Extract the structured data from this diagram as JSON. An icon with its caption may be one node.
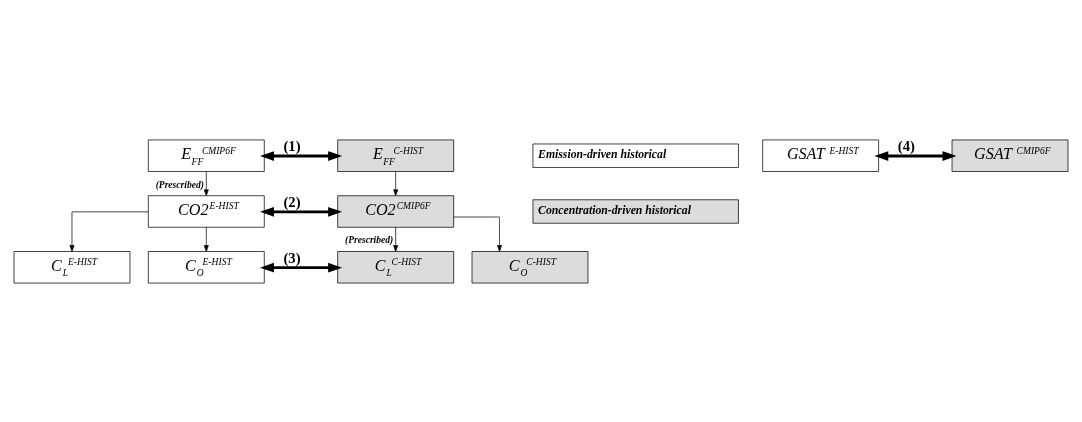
{
  "diagram": {
    "nodes": [
      {
        "text": [
          "E$_{FF}$$^{CMIP6F}$"
        ]
      },
      {
        "text": [
          "CO2$^{E-HIST}$"
        ]
      },
      {
        "text": [
          "C$_{L}$$^{E-HIST}$"
        ]
      },
      {
        "text": [
          "C$_{O}$$^{E-HIST}$"
        ]
      },
      {
        "text": [
          "GSAT $^{E-HIST}$"
        ]
      },
      {
        "text": [
          "E$_{FF}$$^{C-HIST}$"
        ]
      },
      {
        "text": [
          "CO2$^{CMIP6F}$"
        ]
      },
      {
        "text": [
          "C$_{L}$$^{C-HIST}$"
        ]
      },
      {
        "text": [
          "C$_{O}$$^{C-HIST}$"
        ]
      },
      {
        "text": [
          "GSAT $^{CMIP6F}$"
        ]
      }
    ],
    "edges": [
      {
        "from": 0,
        "to": 5,
        "arrow": "both",
        "label": "(1)",
        "style": "thick"
      },
      {
        "from": 0,
        "to": 1,
        "arrow": "to",
        "label": "(Prescribed)"
      },
      {
        "from": 5,
        "to": 6,
        "arrow": "to"
      },
      {
        "from": 1,
        "to": 6,
        "arrow": "both",
        "label": "(2)",
        "style": "thick"
      },
      {
        "from": 1,
        "to": 2,
        "arrow": "to"
      },
      {
        "from": 1,
        "to": 3,
        "arrow": "to"
      },
      {
        "from": 6,
        "to": 7,
        "arrow": "to",
        "label": "(Prescribed)"
      },
      {
        "from": 6,
        "to": 8,
        "arrow": "to"
      },
      {
        "from": 3,
        "to": 7,
        "arrow": "both",
        "label": "(3)",
        "style": "thick"
      },
      {
        "from": 4,
        "to": 9,
        "arrow": "both",
        "label": "(4)",
        "style": "thick"
      }
    ],
    "legend": [
      {
        "text": "Emission-driven historical"
      },
      {
        "text": "Concentration-driven historical"
      }
    ]
  }
}
